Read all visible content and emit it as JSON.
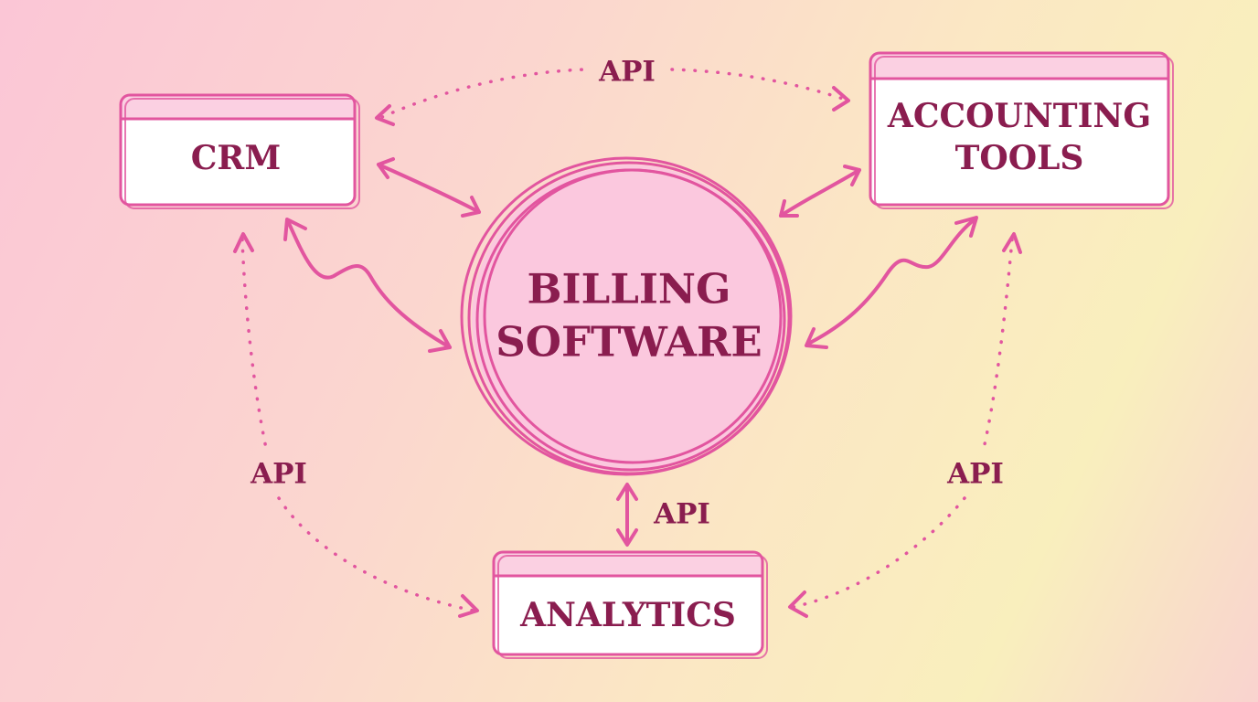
{
  "diagram": {
    "center": {
      "label_line1": "BILLING",
      "label_line2": "SOFTWARE"
    },
    "nodes": {
      "crm": {
        "label": "CRM"
      },
      "accounting": {
        "label_line1": "ACCOUNTING",
        "label_line2": "TOOLS"
      },
      "analytics": {
        "label": "ANALYTICS"
      }
    },
    "connections": {
      "crm_accounting": {
        "label": "API",
        "style": "dotted",
        "direction": "bidirectional"
      },
      "crm_analytics": {
        "label": "API",
        "style": "dotted",
        "direction": "bidirectional"
      },
      "accounting_analytics": {
        "label": "API",
        "style": "dotted",
        "direction": "bidirectional"
      },
      "billing_analytics": {
        "label": "API",
        "style": "solid",
        "direction": "bidirectional"
      },
      "crm_billing": {
        "style": "solid",
        "direction": "bidirectional"
      },
      "accounting_billing": {
        "style": "solid",
        "direction": "bidirectional"
      }
    },
    "colors": {
      "accent": "#e2559f",
      "text": "#8a1d4f",
      "node_fill": "#ffffff",
      "node_header": "#fbd0e2",
      "center_fill": "#fbc8de"
    }
  }
}
